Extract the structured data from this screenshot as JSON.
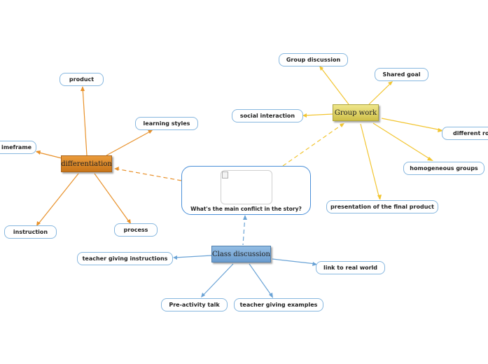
{
  "central_topic": {
    "label": "What's the main conflict in the story?"
  },
  "colors": {
    "orange": "#e8912a",
    "yellow": "#f2c531",
    "blue": "#6aa3d6",
    "pill_border": "#87b7df"
  },
  "branches": {
    "differentiation": {
      "label": "differentiation",
      "children": [
        "product",
        "learning styles",
        "imeframe",
        "instruction",
        "process"
      ]
    },
    "group_work": {
      "label": "Group work",
      "children": [
        "Group discussion",
        "Shared goal",
        "social interaction",
        "different role",
        "homogeneous groups",
        "presentation of the final product"
      ]
    },
    "class_discussion": {
      "label": "Class discussion",
      "children": [
        "teacher giving instructions",
        "link to real world",
        "Pre-activity talk",
        "teacher giving examples"
      ]
    }
  }
}
